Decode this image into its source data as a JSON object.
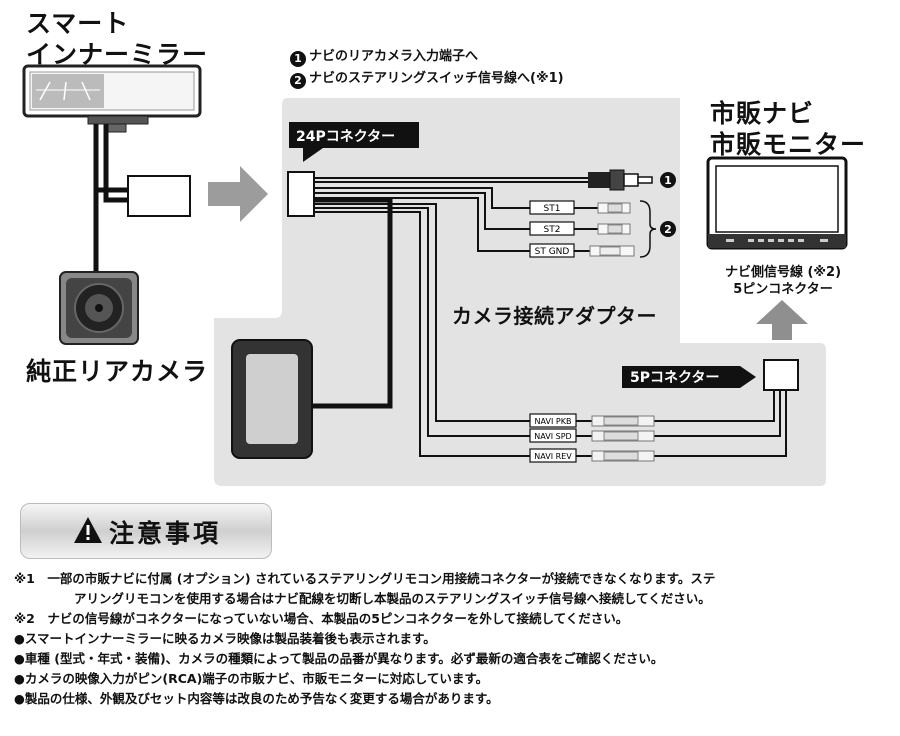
{
  "mirror_title": [
    "スマート",
    "インナーミラー"
  ],
  "rear_camera_label": "純正リアカメラ",
  "top_notes": [
    {
      "num": "1",
      "text": "ナビのリアカメラ入力端子へ"
    },
    {
      "num": "2",
      "text": "ナビのステアリングスイッチ信号線へ(※1)"
    }
  ],
  "connector_24p": "24Pコネクター",
  "right_title": [
    "市販ナビ",
    "市販モニター"
  ],
  "navi_signal": [
    "ナビ側信号線 (※2)",
    "5ピンコネクター"
  ],
  "adapter_label": "カメラ接続アダプター",
  "connector_5p": "5Pコネクター",
  "wire_labels": [
    "ST1",
    "ST2",
    "ST GND"
  ],
  "navi_wire_labels": [
    "NAVI PKB",
    "NAVI SPD",
    "NAVI REV"
  ],
  "marker_1": "1",
  "marker_2": "2",
  "caution_title": "注意事項",
  "caution_icon": "warning-triangle-icon",
  "notes": [
    "※1　一部の市販ナビに付属 (オプション) されているステアリングリモコン用接続コネクターが接続できなくなります。ステ",
    "アリングリモコンを使用する場合はナビ配線を切断し本製品のステアリングスイッチ信号線へ接続してください。",
    "※2　ナビの信号線がコネクターになっていない場合、本製品の5ピンコネクターを外して接続してください。",
    "●スマートインナーミラーに映るカメラ映像は製品装着後も表示されます。",
    "●車種 (型式・年式・装備)、カメラの種類によって製品の品番が異なります。必ず最新の適合表をご確認ください。",
    "●カメラの映像入力がピン(RCA)端子の市販ナビ、市販モニターに対応しています。",
    "●製品の仕様、外観及びセット内容等は改良のため予告なく変更する場合があります。"
  ]
}
